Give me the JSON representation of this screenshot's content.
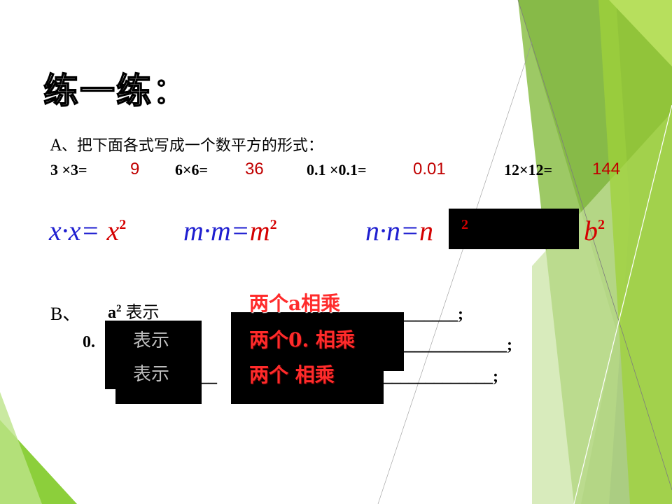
{
  "title": "练一练：",
  "section_a": {
    "instruction": "A、把下面各式写成一个数平方的形式：",
    "items": [
      {
        "expr": "3 ×3=",
        "answer": "9"
      },
      {
        "expr": "6×6=",
        "answer": "36"
      },
      {
        "expr": "0.1 ×0.1=",
        "answer": "0.01"
      },
      {
        "expr": "12×12=",
        "answer": "144"
      }
    ],
    "algebra": {
      "x_expr": "x·x=",
      "x_ans": "x",
      "x_sup": "2",
      "m_expr": "m·m=",
      "m_ans": "m",
      "m_sup": "2",
      "n_expr": "n·n=",
      "n_ans": "n",
      "n_sup": "2",
      "b_ans": "b",
      "b_sup": "2"
    }
  },
  "section_b": {
    "label": "B、",
    "line1_base": "a",
    "line1_sup": "2",
    "line1_word": "表示",
    "line2_prefix": "0.",
    "word_shown": "表示",
    "blank_end": "_______;",
    "underscores_left": "____",
    "underscores_right": "_____________;",
    "answer1": "两个a相乘",
    "answer2": "两个0.  相乘",
    "answer3": "两个  相乘"
  }
}
